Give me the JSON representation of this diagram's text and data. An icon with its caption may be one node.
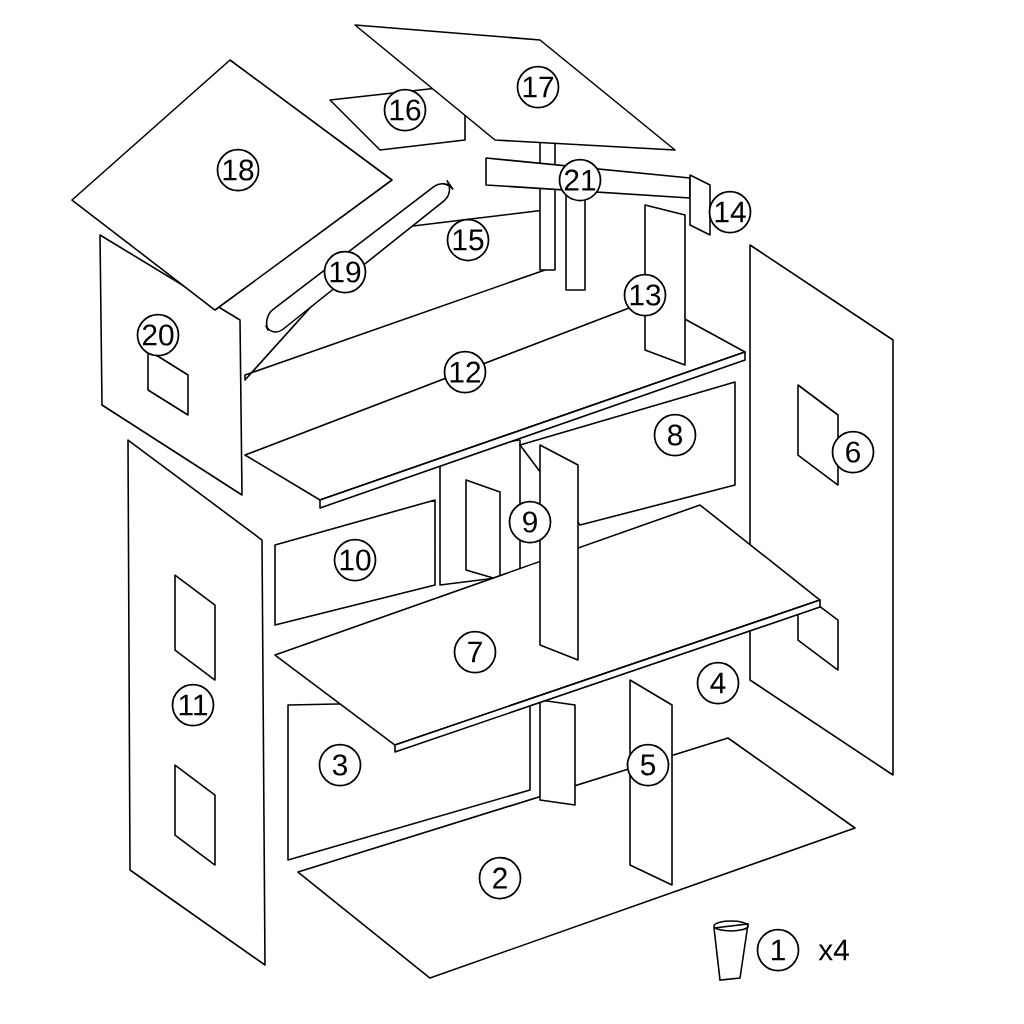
{
  "diagram": {
    "labels": [
      "17",
      "16",
      "18",
      "21",
      "14",
      "15",
      "19",
      "13",
      "20",
      "12",
      "6",
      "8",
      "9",
      "10",
      "7",
      "11",
      "4",
      "3",
      "5",
      "2",
      "1",
      "x4"
    ]
  }
}
